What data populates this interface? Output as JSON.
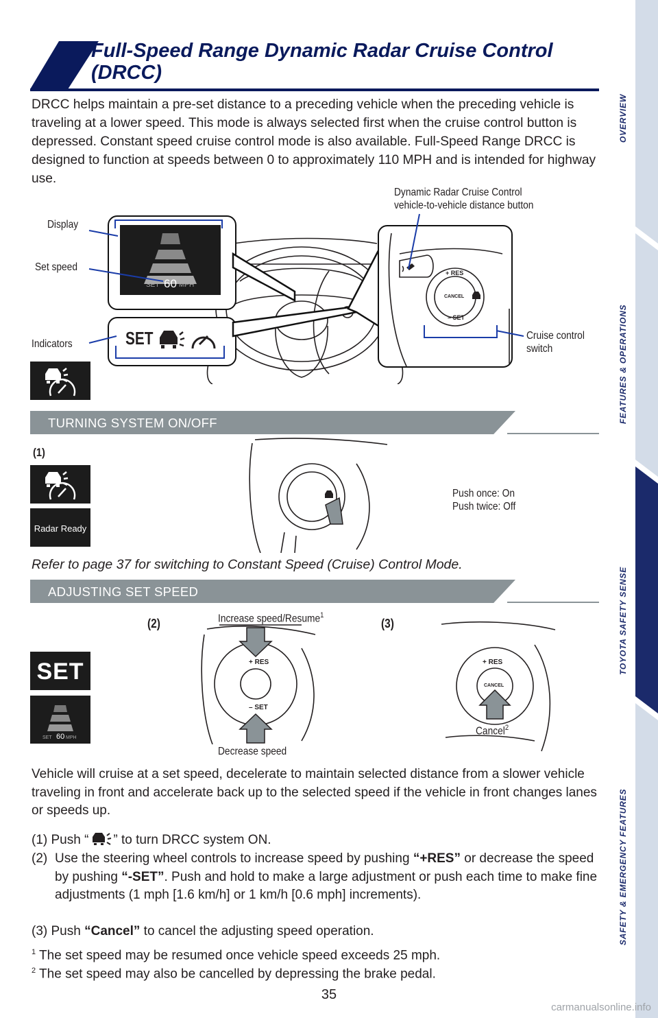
{
  "title_line1": "Full-Speed Range Dynamic Radar Cruise Control",
  "title_line2": "(DRCC)",
  "intro": "DRCC helps maintain a pre-set distance to a preceding vehicle when the preceding vehicle is traveling at a lower speed. This mode is always selected first when the cruise control button is depressed. Constant speed cruise control mode is also available. Full-Speed Range DRCC is designed to function at speeds between 0 to approximately 110 MPH and is intended for highway use.",
  "labels": {
    "display": "Display",
    "set_speed": "Set speed",
    "indicators": "Indicators",
    "distance_button_1": "Dynamic Radar Cruise Control",
    "distance_button_2": "vehicle-to-vehicle distance button",
    "cruise_switch_1": "Cruise control",
    "cruise_switch_2": "switch",
    "push_once": "Push once: On",
    "push_twice": "Push twice: Off",
    "increase": "Increase speed/Resume",
    "decrease": "Decrease speed",
    "cancel": "Cancel",
    "step1": "(1)",
    "step2": "(2)",
    "step3": "(3)",
    "sup1": "1",
    "sup2": "2"
  },
  "switch": {
    "res": "RES",
    "set": "SET",
    "cancel": "CANCEL"
  },
  "cluster": {
    "set": "SET",
    "speed": "60",
    "unit": "MPH"
  },
  "tiles": {
    "radar_ready": "Radar Ready",
    "set": "SET"
  },
  "sections": {
    "turning": "TURNING SYSTEM ON/OFF",
    "adjusting": "ADJUSTING SET SPEED"
  },
  "refer_note": "Refer to page 37 for switching to Constant Speed (Cruise) Control Mode.",
  "cruise_text": "Vehicle will cruise at a set speed, decelerate to maintain selected distance from a slower vehicle traveling in front and accelerate back up to the selected speed if the vehicle in front changes lanes or speeds up.",
  "steps": {
    "s1_pre": "(1) Push “",
    "s1_post": "” to turn DRCC system ON.",
    "s2_num": "(2)",
    "s2_a": "Use the steering wheel controls to increase speed by pushing ",
    "s2_res": "“+RES”",
    "s2_b": " or decrease the speed by pushing ",
    "s2_set": "“-SET”",
    "s2_c": ". Push and hold to make a large adjustment or push each time to make fine adjustments (1 mph [1.6 km/h] or 1 km/h [0.6 mph] increments).",
    "s3_pre": "(3) Push ",
    "s3_cancel": "“Cancel”",
    "s3_post": " to cancel the adjusting speed operation."
  },
  "footnotes": {
    "f1_num": "1",
    "f1": " The set speed may be resumed once vehicle speed exceeds 25 mph.",
    "f2_num": "2",
    "f2": " The set speed may also be cancelled by depressing the brake pedal."
  },
  "page_number": "35",
  "sidebar": [
    "OVERVIEW",
    "FEATURES & OPERATIONS",
    "TOYOTA SAFETY SENSE",
    "SAFETY & EMERGENCY FEATURES"
  ],
  "watermark": "carmanualsonline.info",
  "colors": {
    "navy": "#0a1a5c",
    "banner": "#8a9397",
    "sidebar": "#d3dce8",
    "sidebar_active": "#1b2a6b"
  }
}
